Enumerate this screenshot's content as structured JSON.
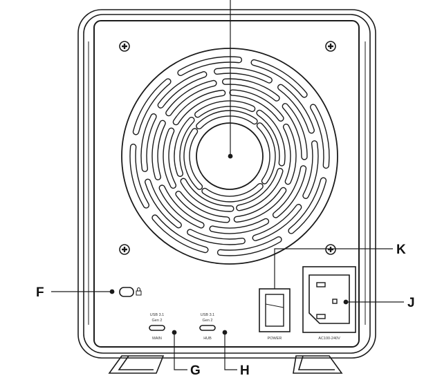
{
  "callouts": {
    "F": "F",
    "G": "G",
    "H": "H",
    "J": "J",
    "K": "K"
  },
  "ports": {
    "usb_main_line1": "USB 3.1",
    "usb_main_line2": "Gen 2",
    "usb_main_label": "MAIN",
    "usb_hub_line1": "USB 3.1",
    "usb_hub_line2": "Gen 2",
    "usb_hub_label": "HUB",
    "power_label": "POWER",
    "ac_label": "AC100-240V"
  },
  "icons": {
    "lock": "lock-icon",
    "screw": "screw-icon"
  },
  "colors": {
    "line": "#1a1a1a",
    "background": "#ffffff"
  }
}
